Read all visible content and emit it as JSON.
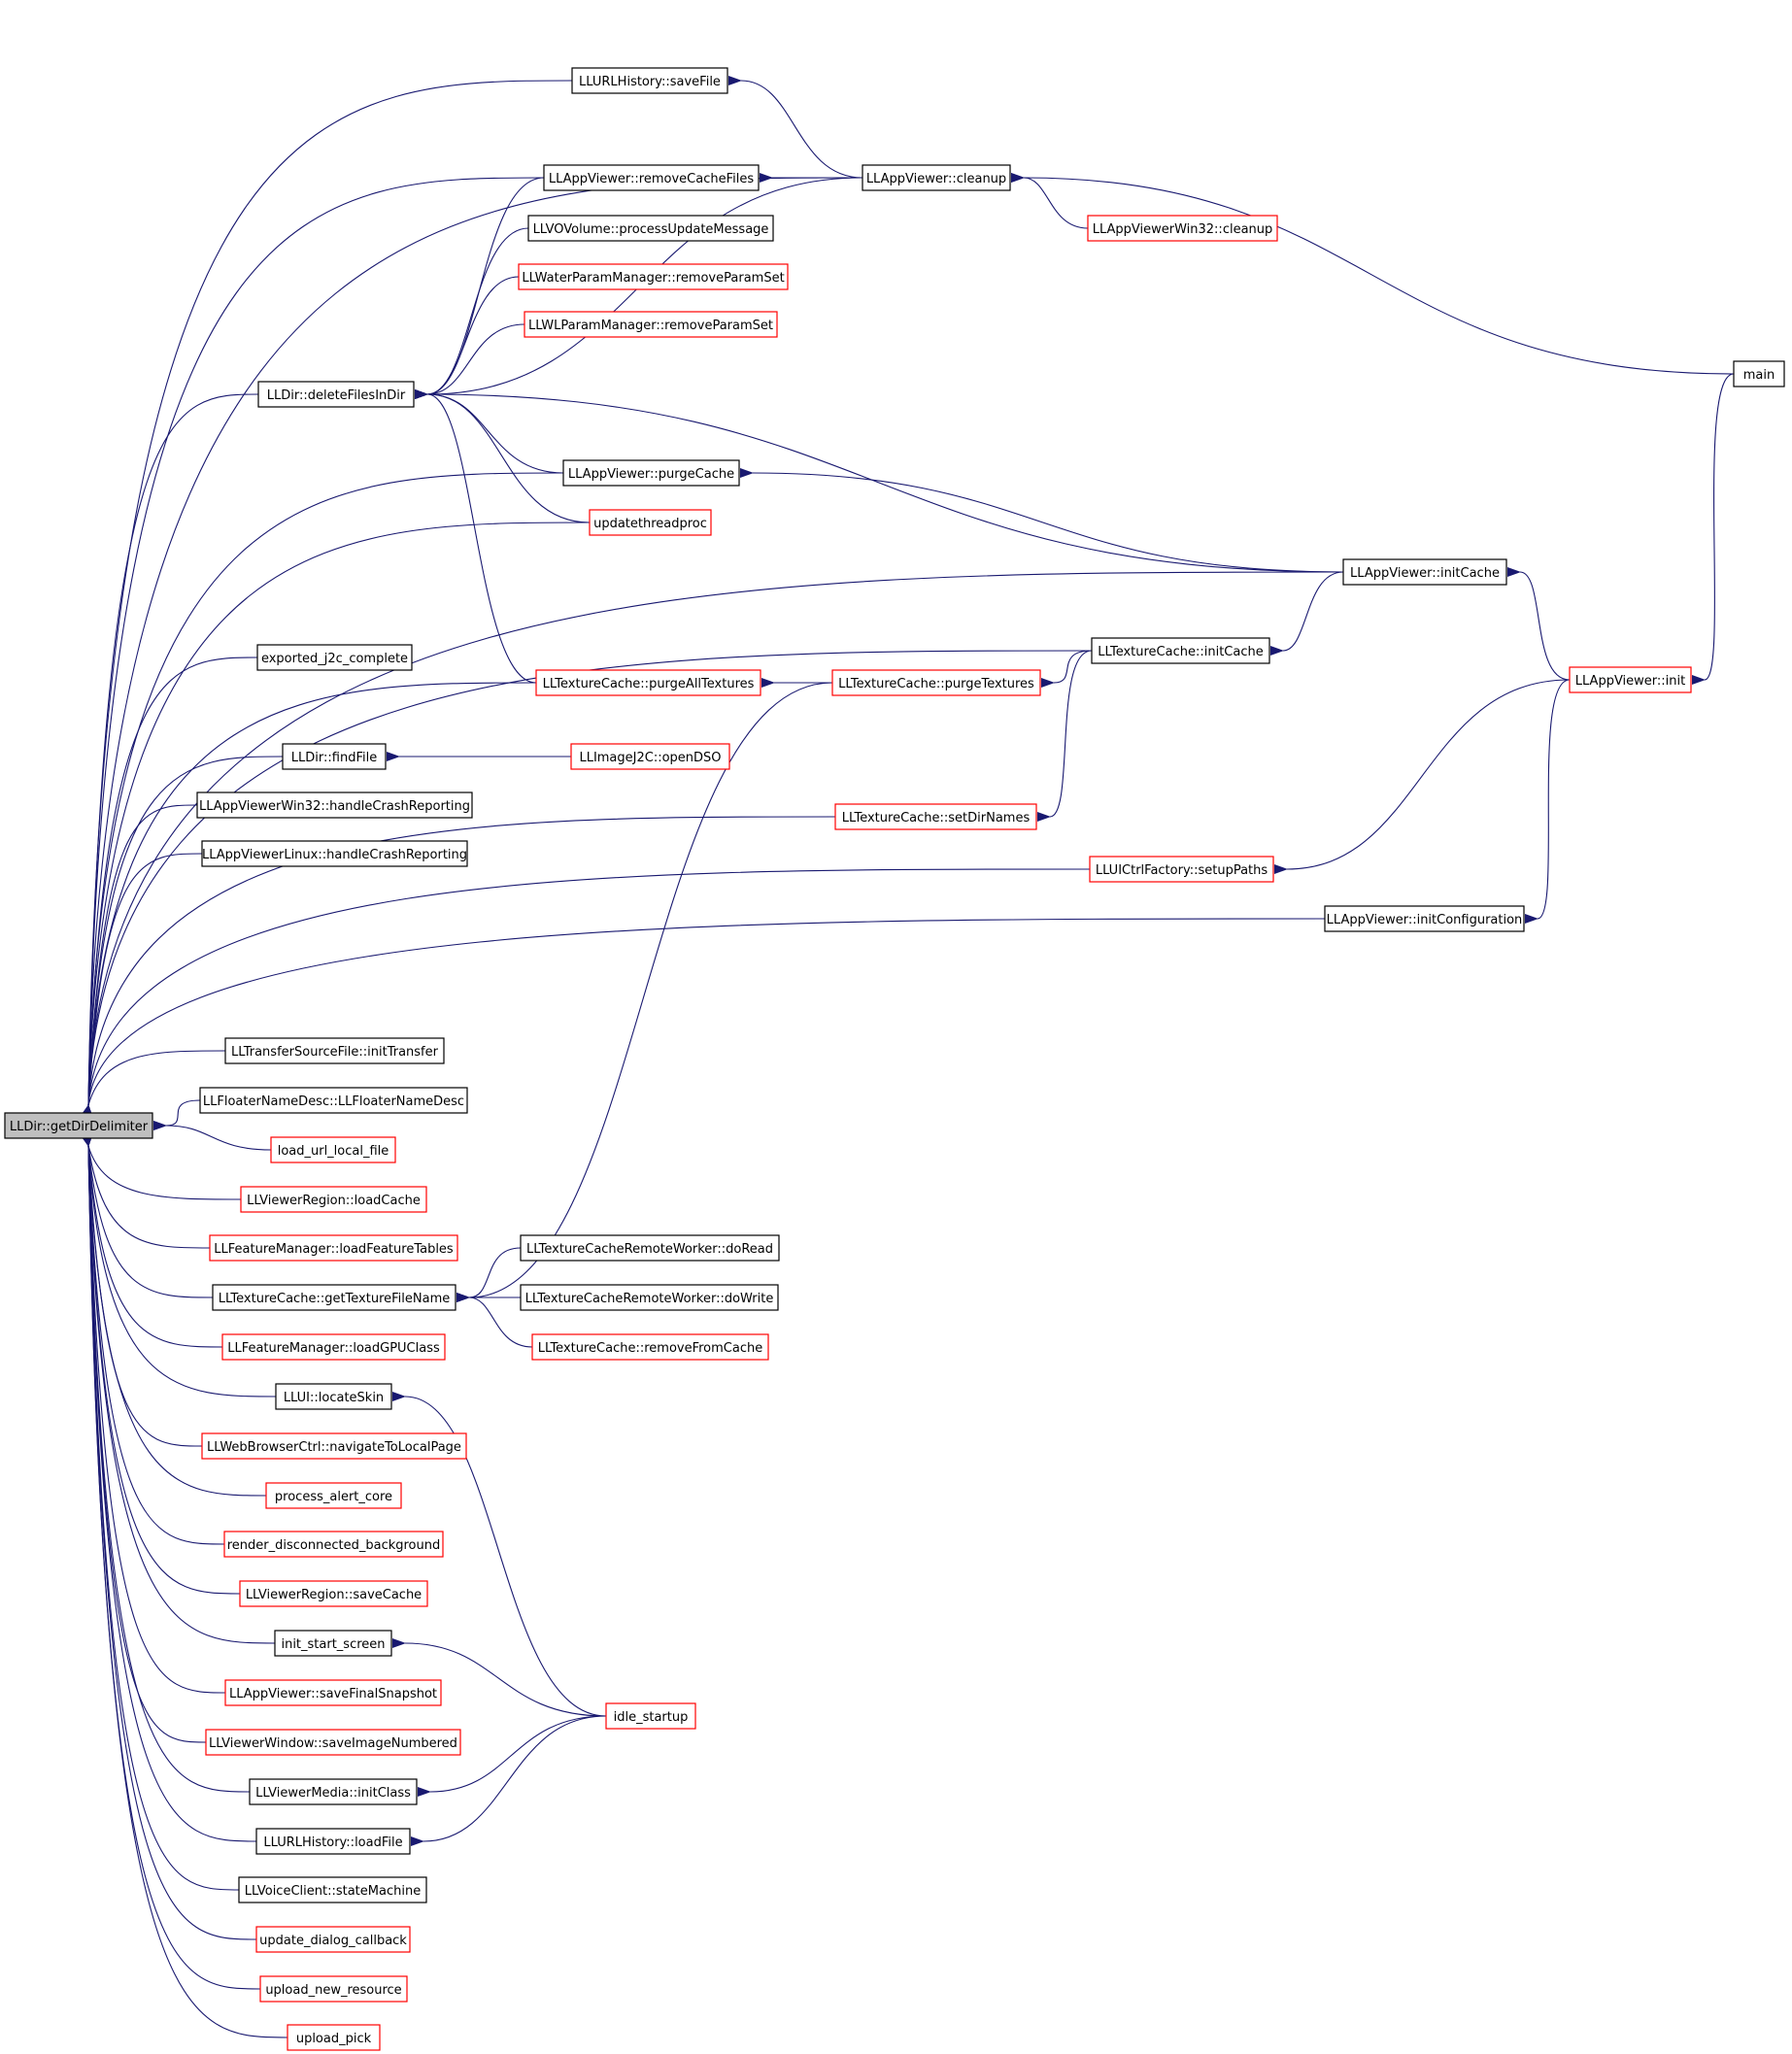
{
  "colors": {
    "edge": "#191970",
    "border_black": "#000000",
    "border_red": "#ff0000",
    "root_fill": "#bfbfbf",
    "node_fill": "#ffffff"
  },
  "nodes": {
    "root": "LLDir::getDirDelimiter",
    "urlhistory_savefile": "LLURLHistory::saveFile",
    "appviewer_removecachefiles": "LLAppViewer::removeCacheFiles",
    "appviewer_cleanup": "LLAppViewer::cleanup",
    "vovolume_processupdatemessage": "LLVOVolume::processUpdateMessage",
    "waterparam_removeparamset": "LLWaterParamManager::removeParamSet",
    "wlparam_removeparamset": "LLWLParamManager::removeParamSet",
    "appviewerwin32_cleanup": "LLAppViewerWin32::cleanup",
    "main": "main",
    "dir_deletefilesindir": "LLDir::deleteFilesInDir",
    "appviewer_purgecache": "LLAppViewer::purgeCache",
    "updatethreadproc": "updatethreadproc",
    "appviewer_initcache": "LLAppViewer::initCache",
    "exported_j2c_complete": "exported_j2c_complete",
    "texturecache_initcache": "LLTextureCache::initCache",
    "texturecache_purgealltextures": "LLTextureCache::purgeAllTextures",
    "texturecache_purgetextures": "LLTextureCache::purgeTextures",
    "appviewer_init": "LLAppViewer::init",
    "dir_findfile": "LLDir::findFile",
    "imagej2c_opendso": "LLImageJ2C::openDSO",
    "appviewerwin32_handlecrashreporting": "LLAppViewerWin32::handleCrashReporting",
    "texturecache_setdirnames": "LLTextureCache::setDirNames",
    "appviewerlinux_handlecrashreporting": "LLAppViewerLinux::handleCrashReporting",
    "uictrlfactory_setuppaths": "LLUICtrlFactory::setupPaths",
    "appviewer_initconfiguration": "LLAppViewer::initConfiguration",
    "transfersourcefile_inittransfer": "LLTransferSourceFile::initTransfer",
    "floaternamedesc_ctor": "LLFloaterNameDesc::LLFloaterNameDesc",
    "load_url_local_file": "load_url_local_file",
    "viewerregion_loadcache": "LLViewerRegion::loadCache",
    "featuremanager_loadfeaturetables": "LLFeatureManager::loadFeatureTables",
    "texturecacheremoteworker_doread": "LLTextureCacheRemoteWorker::doRead",
    "texturecache_gettexturefilename": "LLTextureCache::getTextureFileName",
    "texturecacheremoteworker_dowrite": "LLTextureCacheRemoteWorker::doWrite",
    "featuremanager_loadgpuclass": "LLFeatureManager::loadGPUClass",
    "texturecache_removefromcache": "LLTextureCache::removeFromCache",
    "ui_locateskin": "LLUI::locateSkin",
    "webbrowserctrl_navigatetolocalpage": "LLWebBrowserCtrl::navigateToLocalPage",
    "process_alert_core": "process_alert_core",
    "render_disconnected_background": "render_disconnected_background",
    "viewerregion_savecache": "LLViewerRegion::saveCache",
    "init_start_screen": "init_start_screen",
    "appviewer_savefinalsnapshot": "LLAppViewer::saveFinalSnapshot",
    "idle_startup": "idle_startup",
    "viewerwindow_saveimagenumbered": "LLViewerWindow::saveImageNumbered",
    "viewermedia_initclass": "LLViewerMedia::initClass",
    "urlhistory_loadfile": "LLURLHistory::loadFile",
    "voiceclient_statemachine": "LLVoiceClient::stateMachine",
    "update_dialog_callback": "update_dialog_callback",
    "upload_new_resource": "upload_new_resource",
    "upload_pick": "upload_pick"
  }
}
